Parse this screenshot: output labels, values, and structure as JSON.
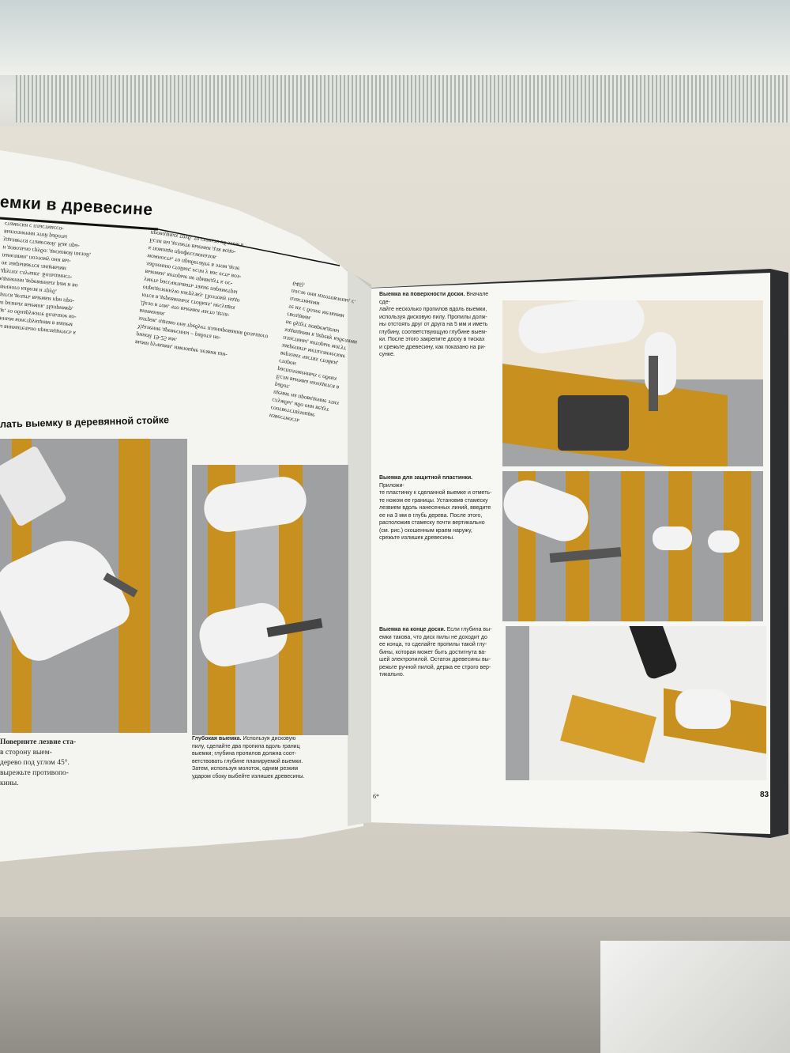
{
  "left_page": {
    "heading": "емки в древесине",
    "intro_col1": "вы внимательно приглядитесь к\nинным конструкциям в вашем\nще, то обнаружите большое ко-\nво разных выемок. Например,\nдится делать выемки при про-\nличного кабеля и труб,\nединении деревянных рам и во\nдругих случаях. Большинст-\nок закрывается лицевыми\nпанелями, поэтому они вы-\nи довольно грубо: дисковой пилой,\nудаляется стамеской. Как пра-\nвыполнении этой работы\nстамески с пластмассо-",
    "intro_col2": "выми ручками, имеющие лезвия ши-\nриной 19-25 мм.\nУдаление древесины – работа не-\nхитрая, однако она требует планирования большого внимания.\nДело в том, что выемки часто дела-\nются в деревянных стойках, несущих\nопределенную нагрузку. Поэтому надо\nуметь рассчитывать такие параметры\nвыемки, которые не приведут к ос-\nлаблению стойки; если у вас есть воз-\nможность, то прибегайте в этом деле\nк помощи профессионалов.\nЕсли вы делаете выемки для водо-\nпроводных труб, то ставьте об этом в",
    "intro_col3": "известность соответствующие\nслужбы, ибо они ведут\nщение на проведение этих работ.\nЕсли выемка находится в\nрасположенных с обеих сторон\nверхних частях стойки,\nзакрепить металлические\nпластины, которые могут\nходящими к дереву кабелями\nне будут повреждены гвоздями.\nте их с более мелкими пластинами\nпосле они изготовлены, с. 646).",
    "section_title": "лать выемку в деревянной стойке",
    "caption1_bold": "Поверните лезвие ста-",
    "caption1": "в сторону выем-\nдерево под углом 45°.\nвырежьте противопо-\nкины.",
    "caption2_bold": "Глубокая выемка.",
    "caption2": "Используя дисковую\nпилу, сделайте два пропила вдоль границ\nвыемки; глубина пропилов должна соот-\nветствовать глубине планируемой выемки.\nЗатем, используя молоток, одним резким\nударом сбоку выбейте излишек древесины."
  },
  "right_page": {
    "caption1_bold": "Выемка на поверхности доски.",
    "caption1": "Вначале сде-\nлайте несколько пропилов вдоль выемки,\nиспользуя дисковую пилу. Пропилы долж-\nны отстоять друг от друга на 5 мм и иметь\nглубину, соответствующую глубине выем-\nки. После этого закрепите доску в тисках\nи срежьте древесину, как показано на ри-\nсунке.",
    "caption2_bold": "Выемка для защитной пластинки.",
    "caption2": "Приложи-\nте пластинку к сделанной выемке и отметь-\nте ножом ее границы. Установив стамеску\nлезвием вдоль нанесенных линий, введите\nее на 3 мм в глубь дерева. После этого,\nрасположив стамеску почти вертикально\n(см. рис.) скошенным краем наружу,\nсрежьте излишек древесины.",
    "caption3_bold": "Выемка на конце доски.",
    "caption3": "Если глубина вы-\nемки такова, что диск пилы не доходит до\nее конца, то сделайте пропилы такой глу-\nбины, которая может быть достигнута ва-\nшей электропилой. Остаток древесины вы-\nрежьте ручной пилой, держа ее строго вер-\nтикально.",
    "signature_mark": "6*",
    "page_number": "83"
  },
  "colors": {
    "wood": "#c8901e",
    "gray": "#9fa0a1",
    "paper": "#f4f4f0"
  }
}
